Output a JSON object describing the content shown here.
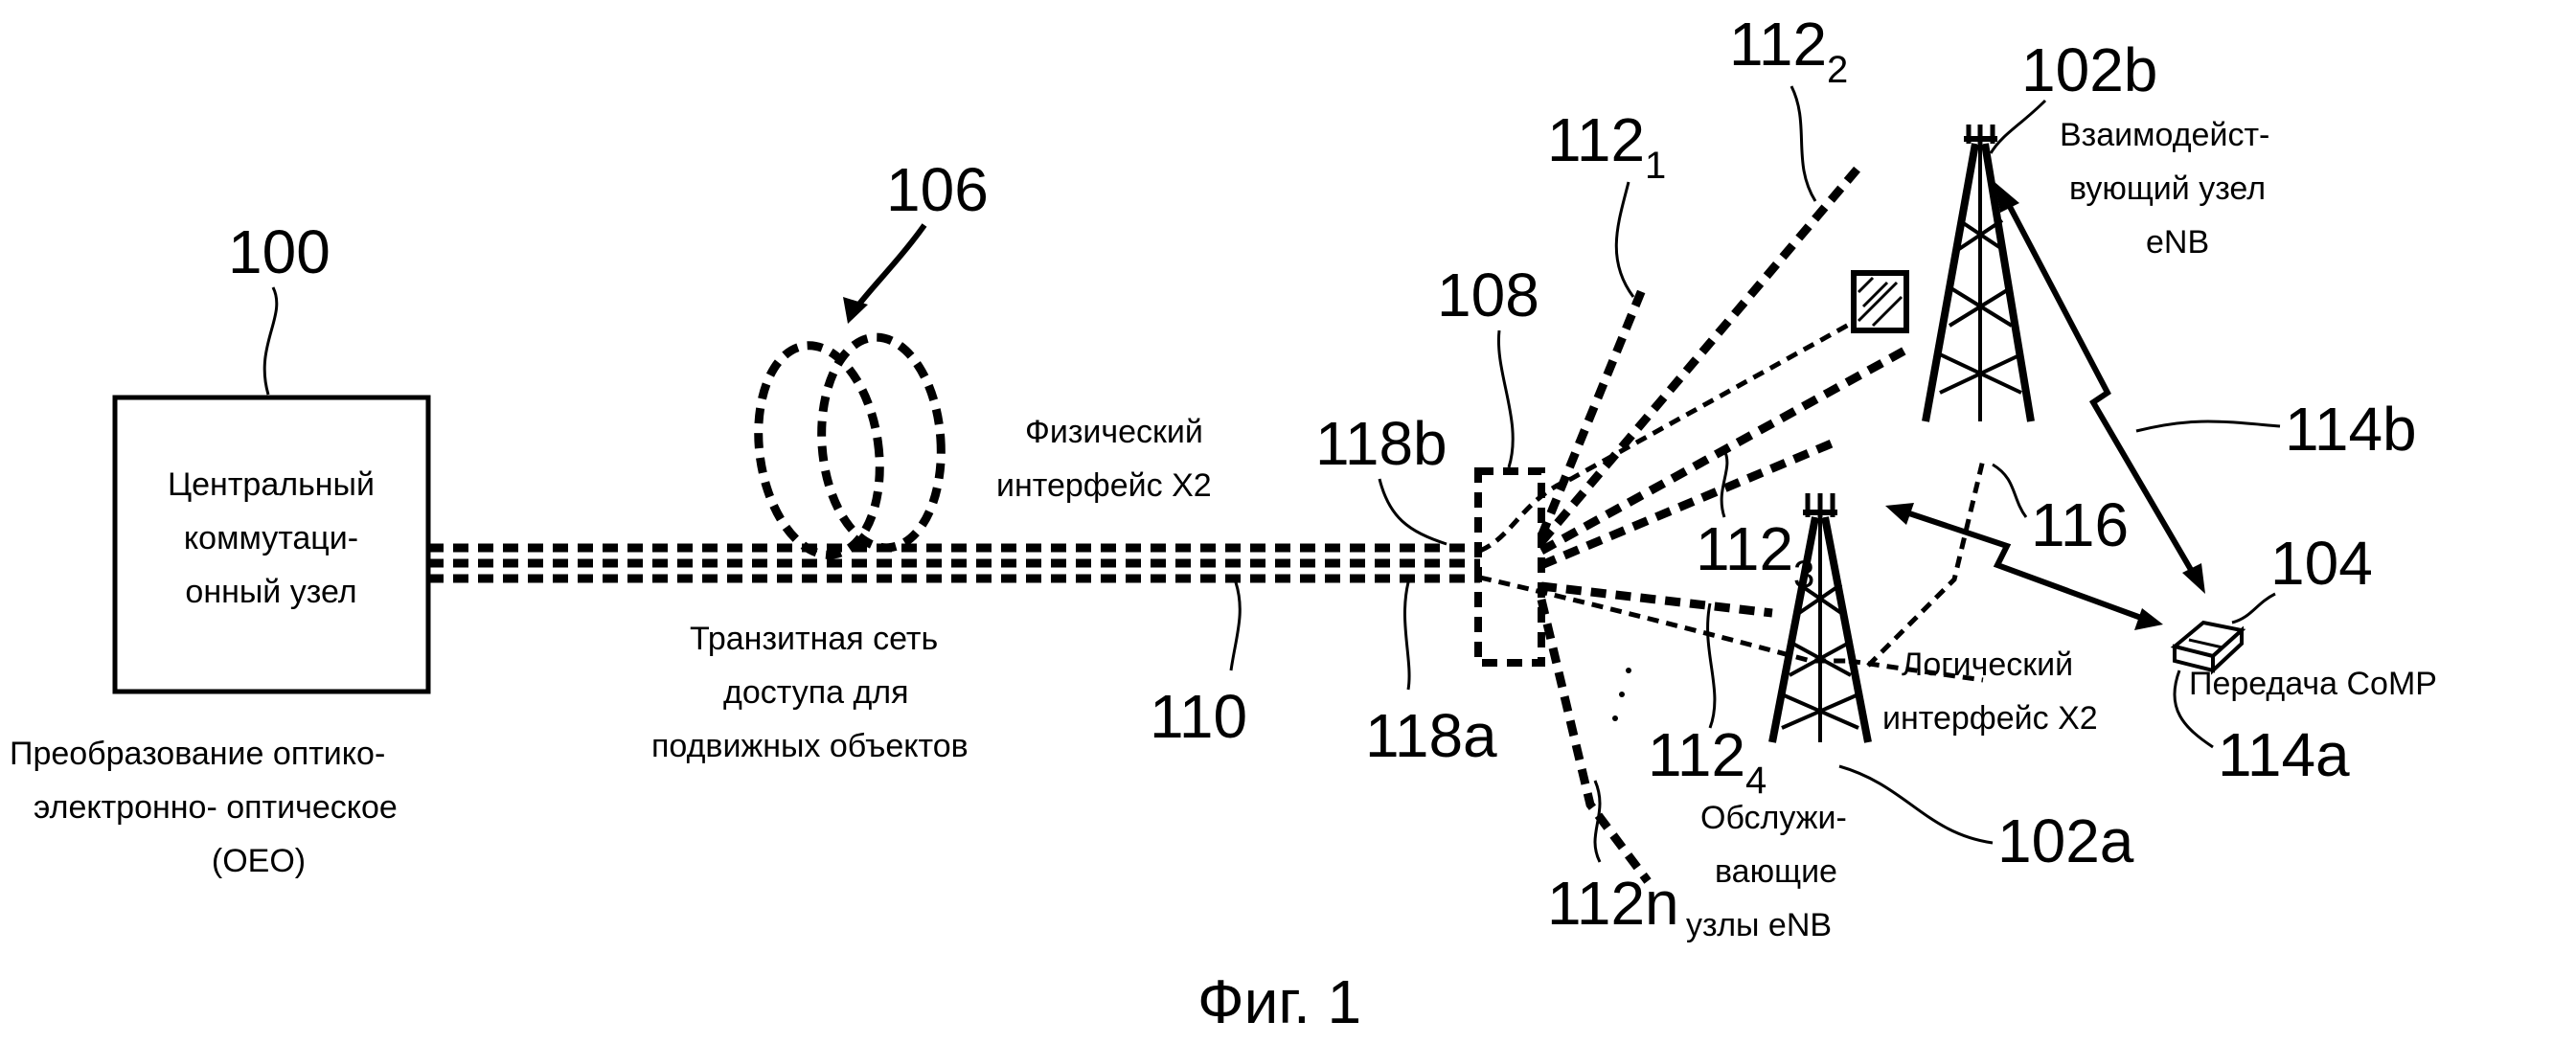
{
  "central_node": {
    "line1": "Центральный",
    "line2": "коммутаци-",
    "line3": "онный узел",
    "ref": "100",
    "caption_line1": "Преобразование оптико-",
    "caption_line2": "электронно- оптическое",
    "caption_line3": "(ОЕО)"
  },
  "loop_ref": "106",
  "physical_interface": {
    "line1": "Физический",
    "line2": "интерфейс X2"
  },
  "backhaul": {
    "line1": "Транзитная сеть",
    "line2": "доступа для",
    "line3": "подвижных объектов"
  },
  "refs": {
    "r110": "110",
    "r118a": "118a",
    "r118b": "118b",
    "r108": "108",
    "r112_1_base": "112",
    "r112_1_sub": "1",
    "r112_2_base": "112",
    "r112_2_sub": "2",
    "r112_3_base": "112",
    "r112_3_sub": "3",
    "r112_4_base": "112",
    "r112_4_sub": "4",
    "r112n": "112n",
    "r116": "116",
    "r102a": "102a",
    "r102b": "102b",
    "r104": "104",
    "r114a": "114a",
    "r114b": "114b"
  },
  "cooperating_enb": {
    "line1": "Взаимодейст-",
    "line2": "вующий узел",
    "line3": "eNB"
  },
  "serving_enb": {
    "line1": "Обслужи-",
    "line2": "вающие",
    "line3": "узлы eNB"
  },
  "logical_interface": {
    "line1": "Логический",
    "line2": "интерфейс X2"
  },
  "comp": "Передача CoMP",
  "figure_caption": "Фиг. 1"
}
